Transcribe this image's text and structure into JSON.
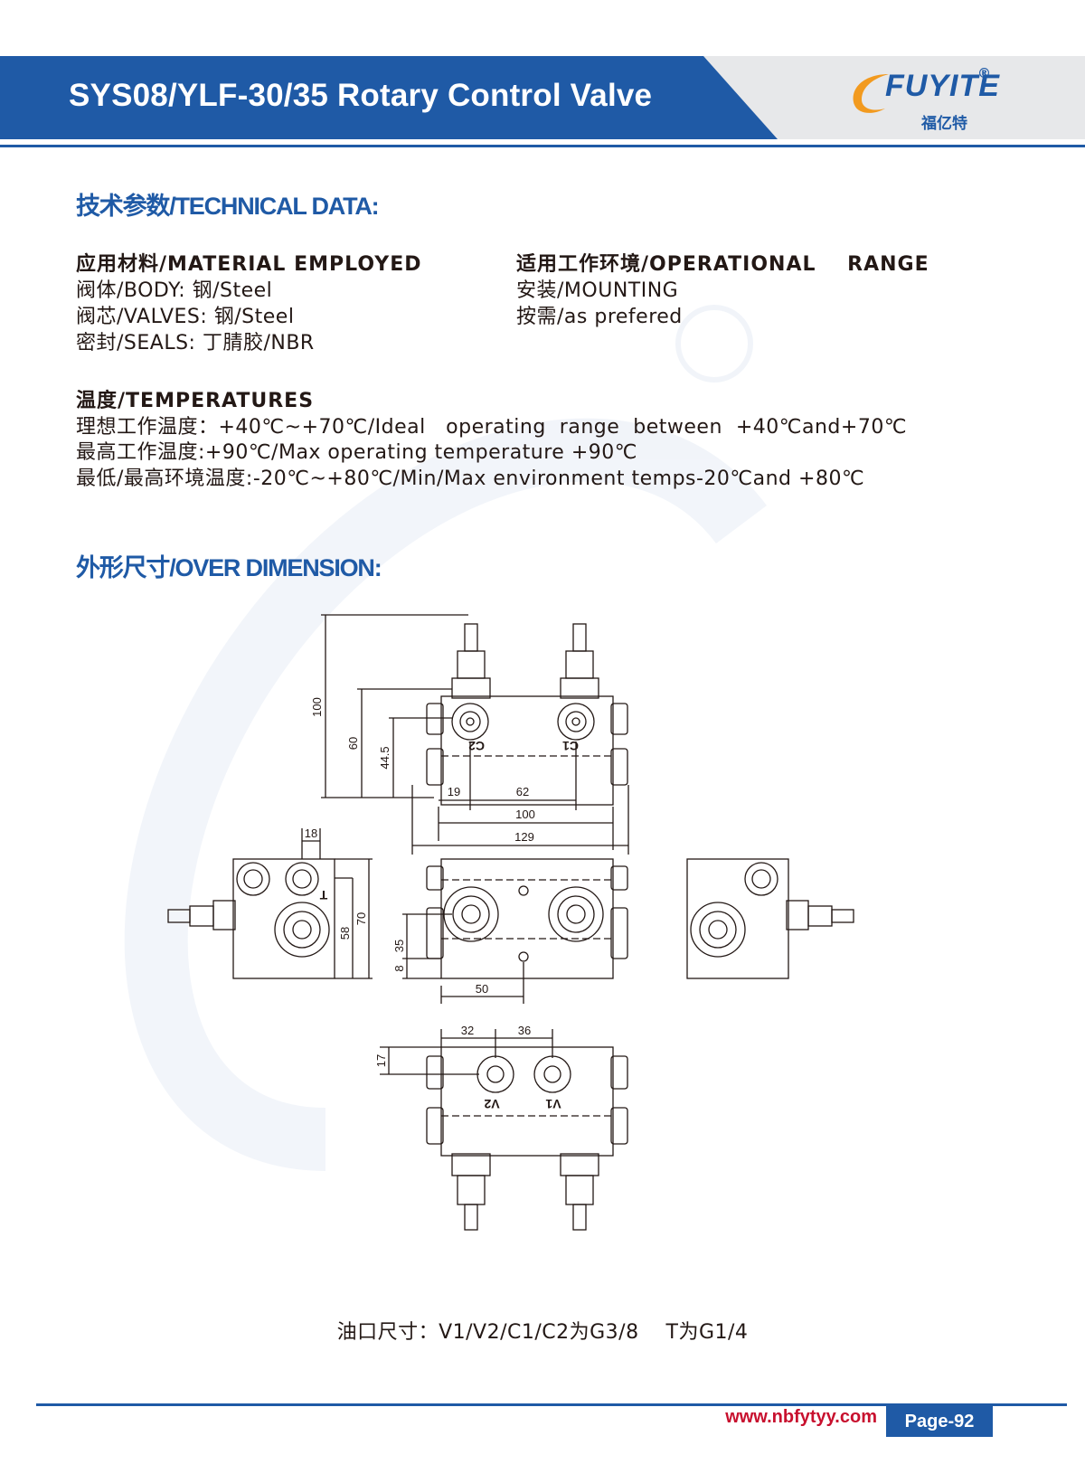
{
  "header": {
    "title": "SYS08/YLF-30/35 Rotary Control Valve",
    "logo_text": "FUYITE",
    "logo_cn": "福亿特",
    "logo_registered": "®",
    "brand_color": "#1f5aa6"
  },
  "technical": {
    "heading": "技术参数/TECHNICAL DATA:",
    "material": {
      "title": "应用材料/MATERIAL EMPLOYED",
      "body": "阀体/BODY:  钢/Steel",
      "valves": "阀芯/VALVES: 钢/Steel",
      "seals": "密封/SEALS: 丁腈胶/NBR"
    },
    "operational": {
      "title": "适用工作环境/OPERATIONAL    RANGE",
      "mounting": "安装/MOUNTING",
      "as_preferred": "按需/as prefered"
    },
    "temperatures": {
      "title": "温度/TEMPERATURES",
      "ideal": "理想工作温度：+40℃~+70℃/Ideal   operating  range  between  +40℃and+70℃",
      "max": "最高工作温度:+90℃/Max operating temperature +90℃",
      "minmax": "最低/最高环境温度:-20℃~+80℃/Min/Max environment temps-20℃and +80℃"
    }
  },
  "dimension": {
    "heading": "外形尺寸/OVER DIMENSION:",
    "labels": {
      "d100v": "100",
      "d60": "60",
      "d44_5": "44.5",
      "d19": "19",
      "d62": "62",
      "d100h": "100",
      "d129": "129",
      "c2": "C2",
      "c1": "C1",
      "d18": "18",
      "t": "T",
      "d58": "58",
      "d70": "70",
      "d35": "35",
      "d8": "8",
      "d50": "50",
      "d32": "32",
      "d36": "36",
      "d17": "17",
      "v2": "V2",
      "v1": "V1"
    },
    "port_note": "油口尺寸：V1/V2/C1/C2为G3/8    T为G1/4"
  },
  "footer": {
    "website": "www.nbfytyy.com",
    "page": "Page-92"
  }
}
